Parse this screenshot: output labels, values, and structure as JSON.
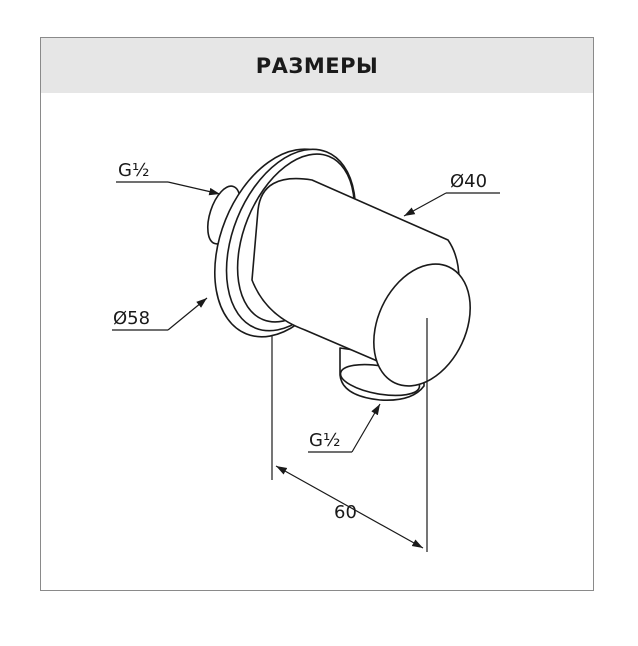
{
  "header": {
    "title": "РАЗМЕРЫ"
  },
  "dimensions": {
    "wall_thread": "G½",
    "outer_diameter": "Ø40",
    "flange_diameter": "Ø58",
    "outlet_thread": "G½",
    "depth": "60"
  },
  "colors": {
    "frame_border": "#8a8a8a",
    "header_bg": "#e6e6e6",
    "line": "#1a1a1a"
  }
}
